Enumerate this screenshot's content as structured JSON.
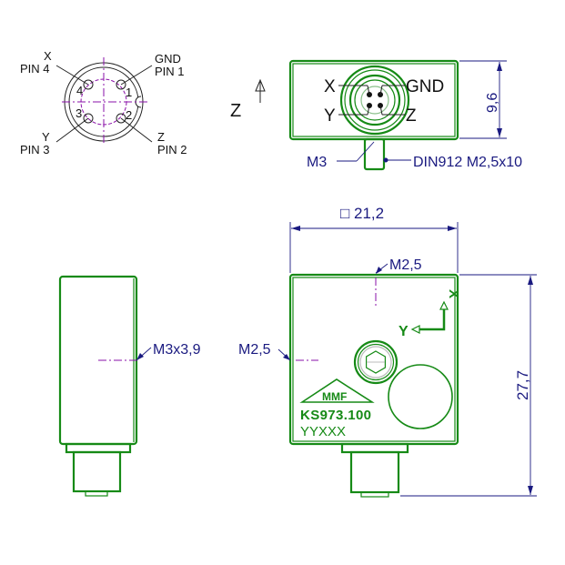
{
  "colors": {
    "body": "#168a16",
    "dimension": "#1a1a80",
    "centerline": "#8a10a8"
  },
  "connector_view": {
    "pins": [
      {
        "signal": "X",
        "pin": "PIN 4",
        "number": "4"
      },
      {
        "signal": "GND",
        "pin": "PIN 1",
        "number": "1"
      },
      {
        "signal": "Y",
        "pin": "PIN 3",
        "number": "3"
      },
      {
        "signal": "Z",
        "pin": "PIN 2",
        "number": "2"
      }
    ]
  },
  "z_axis_label": "Z",
  "top_view": {
    "labels": {
      "x": "X",
      "gnd": "GND",
      "y": "Y",
      "z": "Z"
    },
    "height_dim": "9,6",
    "thread_label": "M3",
    "screw_label": "DIN912 M2,5x10"
  },
  "side_view": {
    "thread_label": "M3x3,9"
  },
  "front_view": {
    "width_dim": "□ 21,2",
    "height_dim": "27,7",
    "top_thread": "M2,5",
    "side_thread": "M2,5",
    "axis_x": "X",
    "axis_y": "Y",
    "logo_text": "MMF",
    "model": "KS973.100",
    "serial": "YYXXX"
  }
}
